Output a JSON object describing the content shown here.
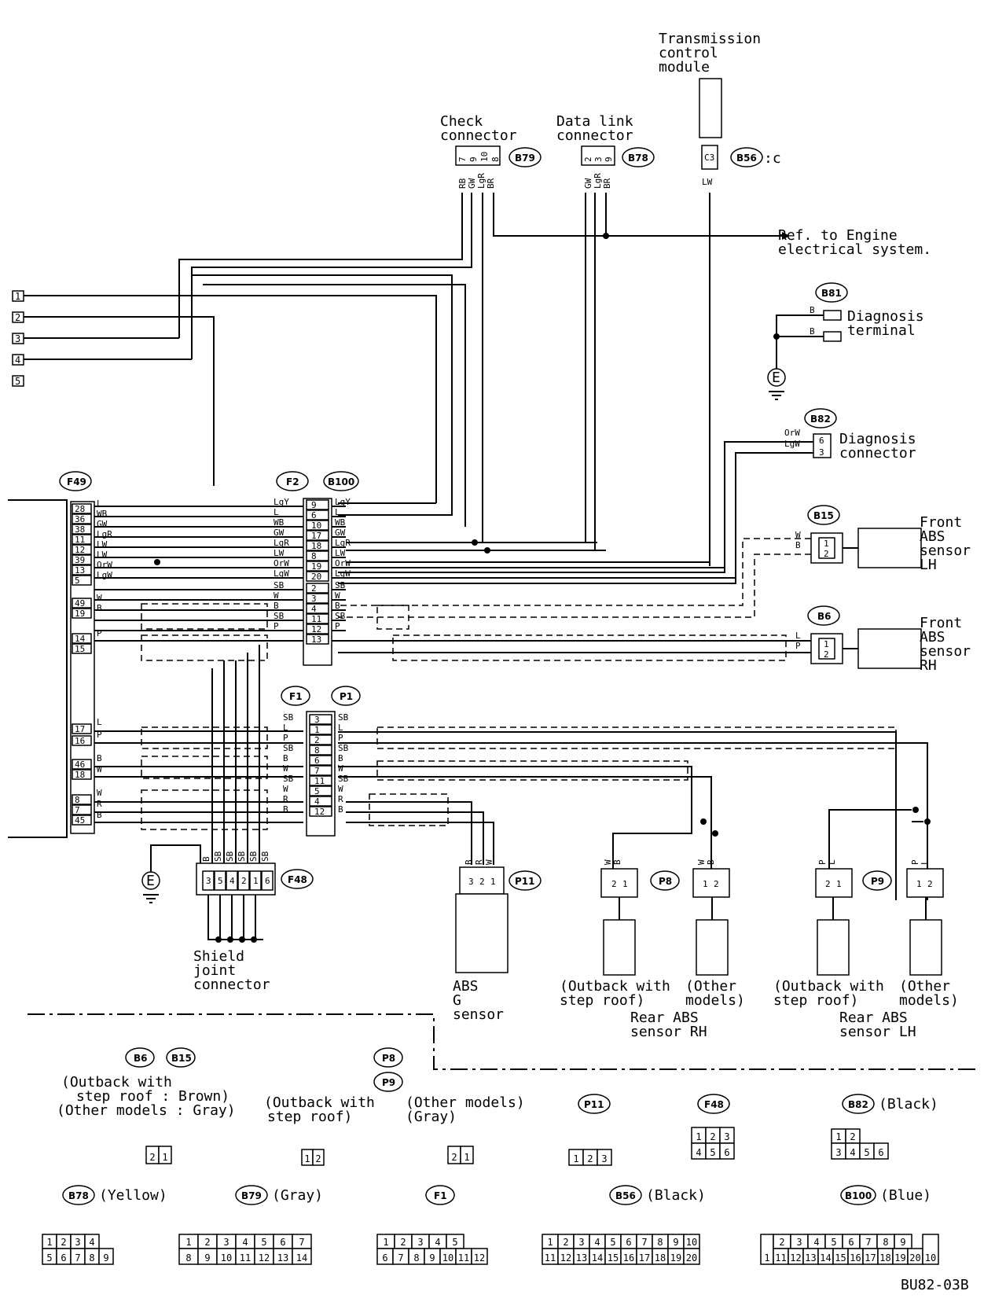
{
  "header": {
    "tcm": [
      "Transmission",
      "control",
      "module"
    ],
    "check_connector": [
      "Check",
      "connector"
    ],
    "data_link_connector": [
      "Data link",
      "connector"
    ],
    "ref_engine": [
      "Ref. to Engine",
      "electrical system."
    ],
    "diagnosis_terminal": [
      "Diagnosis",
      "terminal"
    ],
    "diagnosis_connector": [
      "Diagnosis",
      "connector"
    ],
    "front_abs_lh": [
      "Front",
      "ABS",
      "sensor",
      "LH"
    ],
    "front_abs_rh": [
      "Front",
      "ABS",
      "sensor",
      "RH"
    ],
    "shield_joint": [
      "Shield",
      "joint",
      "connector"
    ],
    "abs_g_sensor": [
      "ABS",
      "G",
      "sensor"
    ],
    "rear_rh": [
      "(Outback with",
      "step roof)",
      "(Other",
      "models)",
      "Rear ABS",
      "sensor RH"
    ],
    "rear_lh": [
      "(Outback with",
      "step roof)",
      "(Other",
      "models)",
      "Rear ABS",
      "sensor LH"
    ]
  },
  "connector_ids": {
    "b79": "B79",
    "b78": "B78",
    "b56": "B56",
    "b56_suffix": ":c",
    "b81": "B81",
    "b82": "B82",
    "b15": "B15",
    "b6": "B6",
    "f49": "F49",
    "f2": "F2",
    "b100": "B100",
    "f1": "F1",
    "p1": "P1",
    "f48": "F48",
    "p11": "P11",
    "p8": "P8",
    "p9": "P9"
  },
  "side_terminals": [
    "1",
    "2",
    "3",
    "4",
    "5"
  ],
  "check_pins": [
    "7",
    "9",
    "10",
    "8"
  ],
  "check_wires": [
    "RB",
    "GW",
    "LgR",
    "BR"
  ],
  "dlc_pins": [
    "2",
    "3",
    "9"
  ],
  "dlc_wires": [
    "GW",
    "LgR",
    "BR"
  ],
  "tcm_pin": "C3",
  "tcm_wire": "LW",
  "f49_pins": [
    "28",
    "36",
    "38",
    "11",
    "12",
    "39",
    "13",
    "5",
    "49",
    "19",
    "14",
    "15",
    "17",
    "16",
    "46",
    "18",
    "8",
    "7",
    "45"
  ],
  "f49_wires_top": [
    "L",
    "WB",
    "GW",
    "LgR",
    "LW",
    "LW",
    "OrW",
    "LgW",
    "W",
    "B",
    "P",
    "L",
    "P",
    "B",
    "W",
    "W",
    "R",
    "B"
  ],
  "b100_pins": [
    "9",
    "6",
    "10",
    "17",
    "18",
    "8",
    "19",
    "20",
    "2",
    "3",
    "4",
    "11",
    "12",
    "13"
  ],
  "f2_wires": [
    "LgY",
    "L",
    "WB",
    "GW",
    "LgR",
    "LW",
    "OrW",
    "LgW",
    "SB",
    "W",
    "B",
    "SB",
    "P"
  ],
  "b100_wires": [
    "LgY",
    "L",
    "WB",
    "GW",
    "LgR",
    "LW",
    "OrW",
    "LgW",
    "SB",
    "W",
    "B",
    "SB",
    "P"
  ],
  "p1_pins": [
    "3",
    "1",
    "2",
    "8",
    "6",
    "7",
    "11",
    "5",
    "4",
    "12"
  ],
  "f1_wires": [
    "SB",
    "L",
    "P",
    "SB",
    "B",
    "W",
    "SB",
    "W",
    "R",
    "B"
  ],
  "p1_wires": [
    "SB",
    "L",
    "P",
    "SB",
    "B",
    "W",
    "SB",
    "W",
    "R",
    "B"
  ],
  "f48_pins": [
    "3",
    "5",
    "4",
    "2",
    "1",
    "6"
  ],
  "f48_wires": [
    "B",
    "SB",
    "SB",
    "SB",
    "SB",
    "SB"
  ],
  "p11_pins": [
    "3",
    "2",
    "1"
  ],
  "p11_wires": [
    "B",
    "R",
    "W"
  ],
  "b81_wires": [
    "B",
    "B"
  ],
  "b82_wires": [
    "OrW",
    "LgW"
  ],
  "b82_pins": [
    "6",
    "3"
  ],
  "b15_wires": [
    "W",
    "B"
  ],
  "b6_wires": [
    "L",
    "P"
  ],
  "sensor_pins": [
    "1",
    "2"
  ],
  "p8_wires": [
    "W",
    "B",
    "W",
    "B"
  ],
  "p9_wires": [
    "P",
    "L",
    "P",
    "L"
  ],
  "legend": {
    "b6_b15_note": [
      "(Outback with",
      "step roof : Brown)",
      "(Other models : Gray)"
    ],
    "p8_p9_note_1": [
      "(Outback with",
      "step roof)"
    ],
    "p8_p9_note_2": [
      "(Other models)",
      "(Gray)"
    ],
    "b82_color": "(Black)",
    "b78_color": "(Yellow)",
    "b79_color": "(Gray)",
    "b56_color": "(Black)",
    "b100_color": "(Blue)"
  },
  "legend_grids": {
    "two_a": [
      "2",
      "1"
    ],
    "two_b": [
      "1",
      "2"
    ],
    "two_c": [
      "2",
      "1"
    ],
    "p11": [
      "1",
      "2",
      "3"
    ],
    "f48_top": [
      "1",
      "2",
      "3"
    ],
    "f48_bot": [
      "4",
      "5",
      "6"
    ],
    "b82_top": [
      "1",
      "2"
    ],
    "b82_bot": [
      "3",
      "4",
      "5",
      "6"
    ],
    "b78_top": [
      "1",
      "2",
      "3",
      "4"
    ],
    "b78_bot": [
      "5",
      "6",
      "7",
      "8",
      "9"
    ],
    "b79_top": [
      "1",
      "2",
      "3",
      "4",
      "5",
      "6",
      "7"
    ],
    "b79_bot": [
      "8",
      "9",
      "10",
      "11",
      "12",
      "13",
      "14"
    ],
    "f1_top": [
      "1",
      "2",
      "3",
      "4",
      "5"
    ],
    "f1_bot": [
      "6",
      "7",
      "8",
      "9",
      "10",
      "11",
      "12"
    ],
    "b56_top": [
      "1",
      "2",
      "3",
      "4",
      "5",
      "6",
      "7",
      "8",
      "9",
      "10"
    ],
    "b56_bot": [
      "11",
      "12",
      "13",
      "14",
      "15",
      "16",
      "17",
      "18",
      "19",
      "20"
    ],
    "b100_left": "1",
    "b100_top": [
      "2",
      "3",
      "4",
      "5",
      "6",
      "7",
      "8",
      "9"
    ],
    "b100_bot": [
      "11",
      "12",
      "13",
      "14",
      "15",
      "16",
      "17",
      "18",
      "19",
      "20"
    ],
    "b100_right": "10"
  },
  "ground": "E",
  "figure_code": "BU82-03B"
}
